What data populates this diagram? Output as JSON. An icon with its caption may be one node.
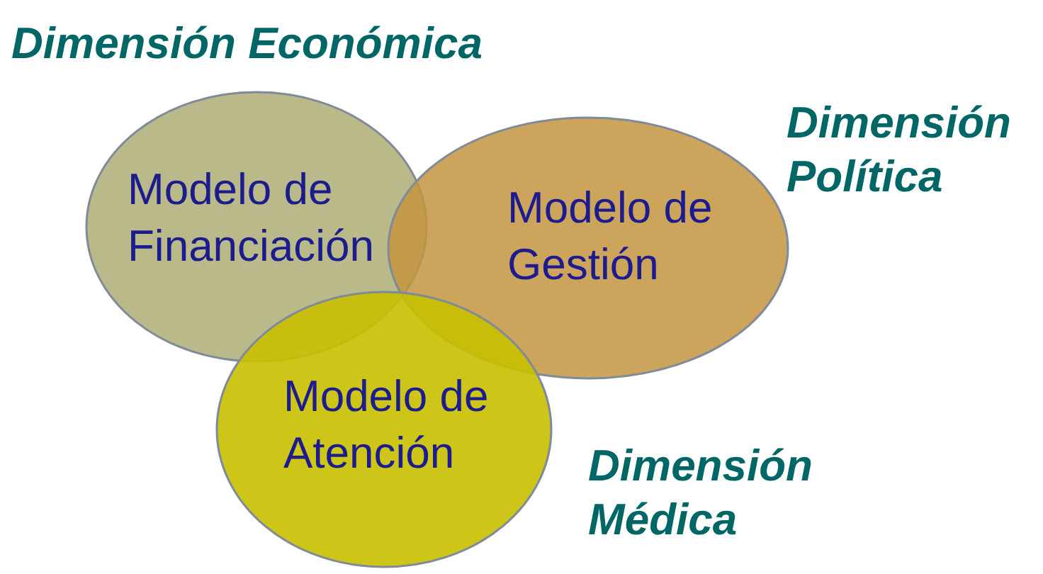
{
  "diagram": {
    "nodes": [
      {
        "text": [
          "Modelo de Financiación"
        ]
      },
      {
        "text": [
          "Modelo de Gestión"
        ]
      },
      {
        "text": [
          "Modelo de Atención"
        ]
      }
    ],
    "labels": [
      "Dimensión Económica",
      "Dimensión Política",
      "Dimensión Médica"
    ]
  }
}
